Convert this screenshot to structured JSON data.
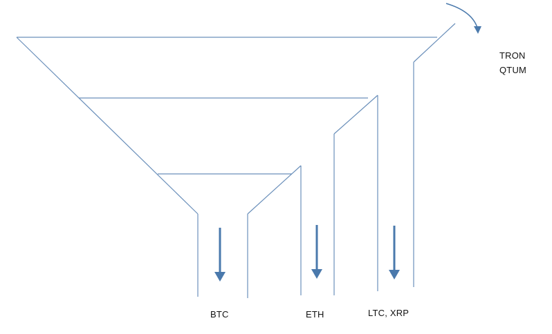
{
  "outputs": {
    "btc": "BTC",
    "eth": "ETH",
    "ltc_xrp": "LTC, XRP"
  },
  "overflow": {
    "line1": "TRON",
    "line2": "QTUM"
  },
  "colors": {
    "line": "#6a8fba",
    "arrow": "#4a79ac"
  }
}
